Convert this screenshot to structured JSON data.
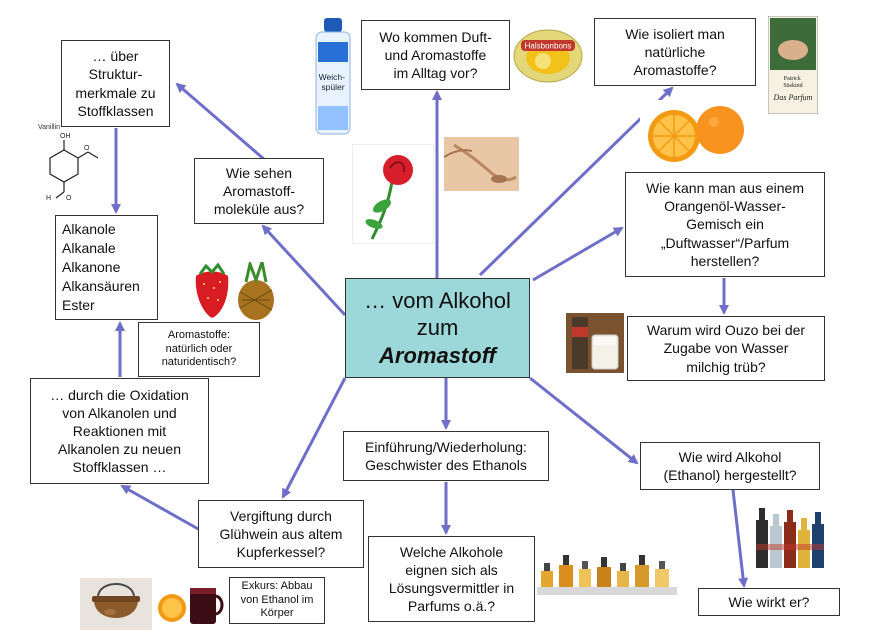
{
  "center": {
    "line1": "… vom Alkohol",
    "line2": "zum",
    "line3": "Aromastoff"
  },
  "boxes": {
    "strukturmerkmale": "… über\nStruktur-\nmerkmale zu\nStoffklassen",
    "wo_kommen": "Wo kommen Duft-\nund Aromastoffe\nim Alltag vor?",
    "wie_isoliert": "Wie isoliert man\nnatürliche\nAromastoffe?",
    "wie_sehen": "Wie sehen\nAromastoff-\nmoleküle aus?",
    "wie_kann": "Wie kann man aus einem\nOrangenöl-Wasser-\nGemisch ein\n„Duftwasser“/Parfum\nherstellen?",
    "ouzo": "Warum wird Ouzo bei der\nZugabe von Wasser\nmilchig trüb?",
    "aromastoffe_natuerlich": "Aromastoffe:\nnatürlich oder\nnaturidentisch?",
    "oxidation": "… durch die Oxidation\nvon Alkanolen und\nReaktionen mit\nAlkanolen zu neuen\nStoffklassen …",
    "einfuehrung": "Einführung/Wiederholung:\nGeschwister des Ethanols",
    "wie_wird": "Wie wird Alkohol\n(Ethanol) hergestellt?",
    "vergiftung": "Vergiftung durch\nGlühwein aus altem\nKupferkessel?",
    "welche_alkohole": "Welche Alkohole\neignen sich als\nLösungsvermittler in\nParfums o.ä.?",
    "exkurs": "Exkurs: Abbau\nvon Ethanol im\nKörper",
    "wie_wirkt": "Wie wirkt er?"
  },
  "stoffklassen": [
    "Alkanole",
    "Alkanale",
    "Alkanone",
    "Alkansäuren",
    "Ester"
  ],
  "image_labels": {
    "weichspueler": "Weich-\nspüler",
    "vanillin": "Vanillin",
    "halsbonbons": "Halsbonbons",
    "book_author": "Patrick\nSüskind",
    "book_title": "Das Parfum"
  },
  "colors": {
    "arrow": "#6f6fc9",
    "center_fill": "#9cd7d9",
    "border": "#333333"
  }
}
